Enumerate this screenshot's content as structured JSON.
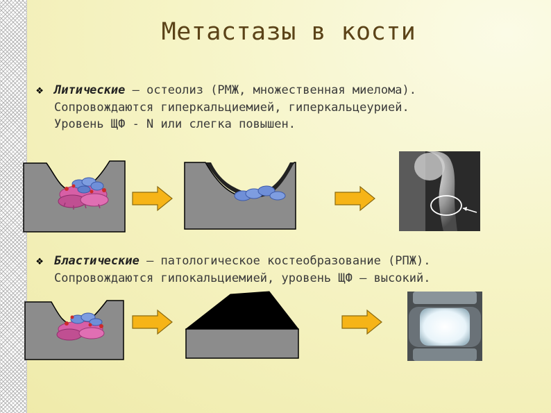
{
  "title": "Метастазы в кости",
  "bullet_icon": "diamond-bullet-icon",
  "lytic": {
    "term": "Литические",
    "dash": " – ",
    "desc": "остеолиз (РМЖ, множественная миелома).",
    "line2": "Сопровождаются гиперкальциемией, гиперкальцеурией.",
    "line3": "Уровень ЩФ - N или слегка повышен."
  },
  "blastic": {
    "term": "Бластические",
    "dash": " – ",
    "desc": "патологическое костеобразование (РПЖ).",
    "line2": "Сопровождаются гипокальциемией, уровень ЩФ – высокий."
  },
  "colors": {
    "background": "#f6f4c6",
    "title": "#5b4318",
    "bone_gray": "#8c8c8c",
    "arrow_fill": "#f6b417",
    "cell_pink": "#d75fa6",
    "cell_blue": "#6f8fd8",
    "new_bone": "#000000"
  }
}
